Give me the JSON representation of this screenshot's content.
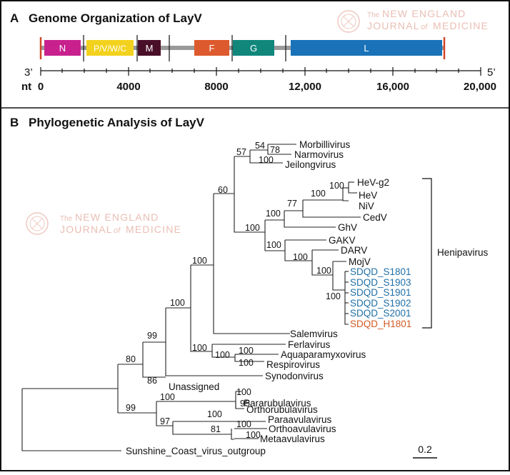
{
  "panelA": {
    "letter": "A",
    "title": "Genome Organization of LayV",
    "end_left": "3’",
    "end_right": "5’",
    "axis_unit": "nt",
    "ticks": [
      "0",
      "4000",
      "8000",
      "12,000",
      "16,000",
      "20,000"
    ],
    "genes": [
      {
        "label": "N",
        "color": "#c8218e"
      },
      {
        "label": "P/V/W/C",
        "color": "#f3d21e"
      },
      {
        "label": "M",
        "color": "#4a0f28"
      },
      {
        "label": "F",
        "color": "#dd5a2e"
      },
      {
        "label": "G",
        "color": "#11877c"
      },
      {
        "label": "L",
        "color": "#1a73b8"
      }
    ]
  },
  "panelB": {
    "letter": "B",
    "title": "Phylogenetic Analysis of LayV",
    "bracket_label": "Henipavirus",
    "scale_label": "0.2",
    "taxa": {
      "morbillivirus": "Morbillivirus",
      "narmovirus": "Narmovirus",
      "jeilongvirus": "Jeilongvirus",
      "hev_g2": "HeV-g2",
      "hev": "HeV",
      "niv": "NiV",
      "cedv": "CedV",
      "ghv": "GhV",
      "gakv": "GAKV",
      "darv": "DARV",
      "mojv": "MojV",
      "sdqd_s1801": "SDQD_S1801",
      "sdqd_s1903": "SDQD_S1903",
      "sdqd_s1901": "SDQD_S1901",
      "sdqd_s1902": "SDQD_S1902",
      "sdqd_s2001": "SDQD_S2001",
      "sdqd_h1801": "SDQD_H1801",
      "salemvirus": "Salemvirus",
      "ferlavirus": "Ferlavirus",
      "aquaparamyxovirus": "Aquaparamyxovirus",
      "respirovirus": "Respirovirus",
      "synodonvirus": "Synodonvirus",
      "unassigned": "Unassigned",
      "pararubulavirus": "Pararubulavirus",
      "orthorubulavirus": "Orthorubulavirus",
      "paraavulavirus": "Paraavulavirus",
      "orthoavulavirus": "Orthoavulavirus",
      "metaavulavirus": "Metaavulavirus",
      "sunshine": "Sunshine_Coast_virus_outgroup"
    },
    "support": {
      "b54": "54",
      "b78": "78",
      "b57": "57",
      "b100_jeil": "100",
      "b100_hev": "100",
      "b100_niv": "100",
      "b77": "77",
      "b100_ced": "100",
      "b60": "60",
      "b100_gak": "100",
      "b100_dar": "100",
      "b100_moj": "100",
      "b100_sdqd": "100",
      "b100_main": "100",
      "b100_up": "100",
      "b100_ferl": "100",
      "b100_aqua": "100",
      "b100_resp": "100",
      "b99": "99",
      "b86": "86",
      "b80": "80",
      "b99_low": "99",
      "b100_rub": "100",
      "b100_pr": "100",
      "b95": "95",
      "b97": "97",
      "b100_avu": "100",
      "b81": "81",
      "b100_oa": "100",
      "b100_ma": "100"
    },
    "colors": {
      "sdqd_blue": "#1f6fa6",
      "sdqd_orange": "#d35a24"
    }
  },
  "watermark": {
    "the": "The",
    "new_england": "NEW ENGLAND",
    "journal": "JOURNAL",
    "of": "of",
    "medicine": "MEDICINE"
  }
}
